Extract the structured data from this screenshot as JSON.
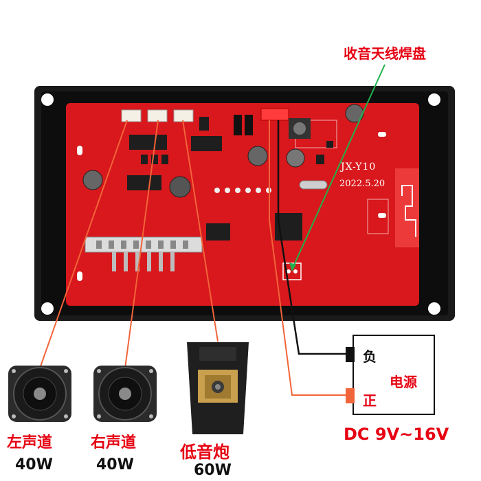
{
  "labels": {
    "antenna_pad": "收音天线焊盘",
    "negative": "负",
    "power": "电源",
    "positive": "正",
    "dc_range": "DC 9V~16V",
    "left_channel": "左声道",
    "left_watt": "40W",
    "right_channel": "右声道",
    "right_watt": "40W",
    "subwoofer": "低音炮",
    "sub_watt": "60W"
  },
  "board": {
    "model": "JX-Y10",
    "date": "2022.5.20"
  },
  "colors": {
    "pcb": "#d8181c",
    "frame": "#1a1a1a",
    "lead_orange": "#f2643a",
    "lead_green": "#22b14c",
    "text_red": "#e60012"
  }
}
